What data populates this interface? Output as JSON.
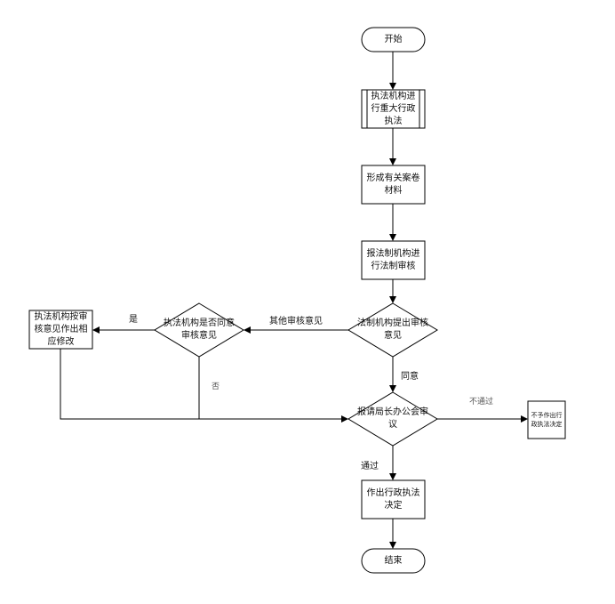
{
  "nodes": {
    "start": "开始",
    "step1": "执法机构进行重大行政执法",
    "step2": "形成有关案卷材料",
    "step3": "报法制机构进行法制审核",
    "decision1": "法制机构提出审核意见",
    "decision2": "执法机构是否同意审核意见",
    "left_box": "执法机构按审核意见作出相应修改",
    "decision3": "报请局长办公会审议",
    "right_box": "不予作出行政执法决定",
    "step4": "作出行政执法决定",
    "end": "结束"
  },
  "edges": {
    "other_opinion": "其他审核意见",
    "yes": "是",
    "no": "否",
    "agree": "同意",
    "pass": "通过",
    "not_pass": "不通过"
  }
}
